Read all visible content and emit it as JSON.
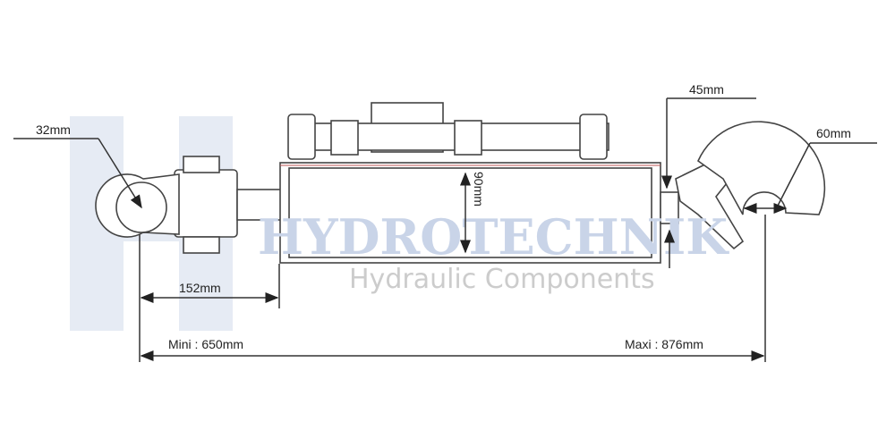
{
  "watermark": {
    "logo": "H",
    "brand": "HYDROTECHNIK",
    "tagline": "Hydraulic Components"
  },
  "dimensions": {
    "pin_top": "32mm",
    "pin_end": "45mm",
    "hook": "60mm",
    "bore": "90mm",
    "rod_length": "152mm",
    "min_length": "Mini : 650mm",
    "max_length": "Maxi : 876mm"
  }
}
